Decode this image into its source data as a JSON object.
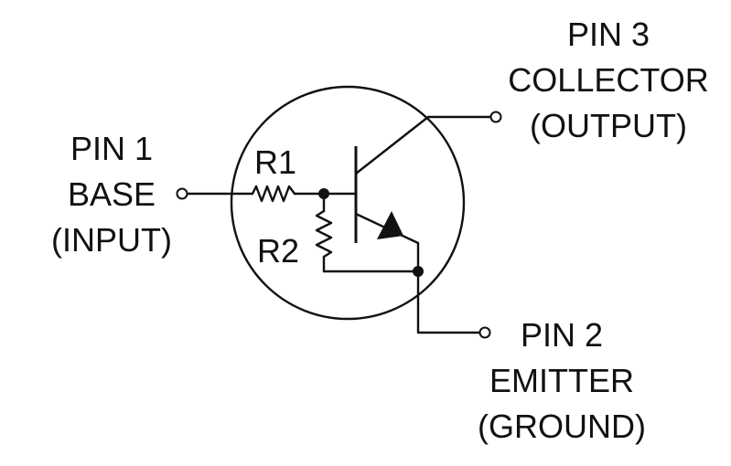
{
  "pin1": {
    "line1": "PIN 1",
    "line2": "BASE",
    "line3": "(INPUT)"
  },
  "pin2": {
    "line1": "PIN 2",
    "line2": "EMITTER",
    "line3": "(GROUND)"
  },
  "pin3": {
    "line1": "PIN 3",
    "line2": "COLLECTOR",
    "line3": "(OUTPUT)"
  },
  "resistors": {
    "r1": "R1",
    "r2": "R2"
  },
  "colors": {
    "stroke": "#111111",
    "background": "#ffffff"
  }
}
